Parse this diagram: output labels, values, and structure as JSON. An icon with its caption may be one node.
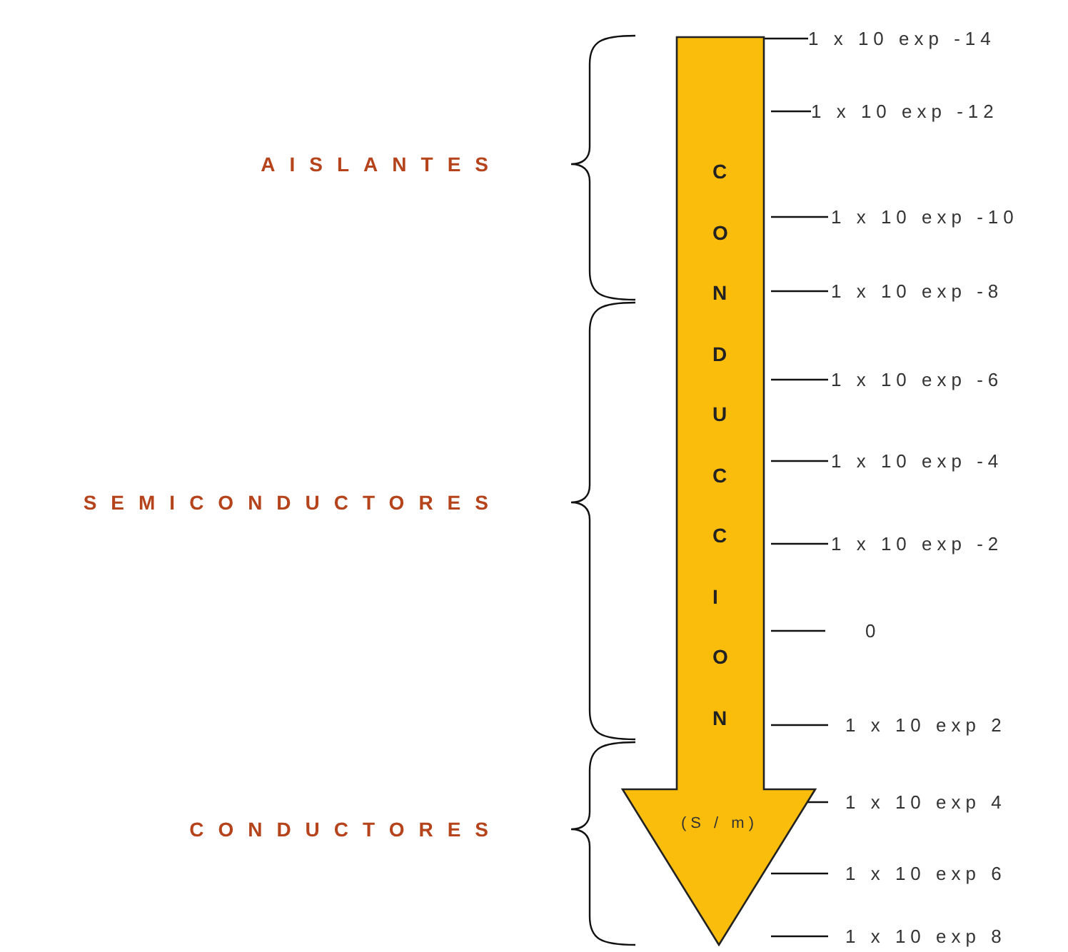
{
  "diagram": {
    "nodes": [
      {
        "text": [
          "CONDUCCION",
          "(S / m)"
        ]
      }
    ],
    "labels": [
      "1 x 10 exp -14",
      "1 x 10 exp -12",
      "AISLANTES",
      "1 x 10 exp -10",
      "1 x 10 exp -8",
      "1 x 10 exp -6",
      "1 x 10 exp -4",
      "SEMICONDUCTORES",
      "1 x 10 exp -2",
      "0",
      "1 x 10 exp 2",
      "CONDUCTORES",
      "1 x 10 exp 4",
      "1 x 10 exp 6",
      "1 x 10 exp 8"
    ]
  }
}
